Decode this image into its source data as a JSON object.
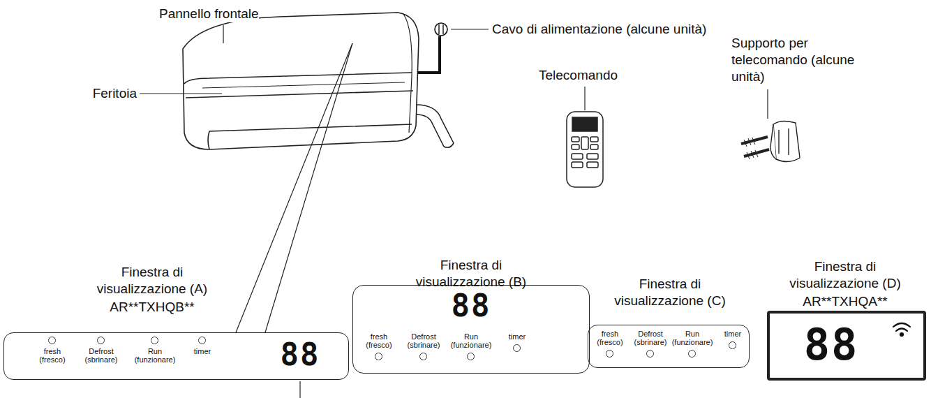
{
  "diagram": {
    "nodes": [
      {
        "text": [
          "Finestra di visualizzazione (A)",
          "AR**TXHQB**",
          "fresh (fresco)",
          "Defrost (sbrinare)",
          "Run (funzionare)",
          "timer",
          "88"
        ]
      },
      {
        "text": [
          "Finestra di visualizzazione (B)",
          "88",
          "fresh (fresco)",
          "Defrost (sbrinare)",
          "Run (funzionare)",
          "timer"
        ]
      },
      {
        "text": [
          "Finestra di visualizzazione (C)",
          "fresh (fresco)",
          "Defrost (sbrinare)",
          "Run (funzionare)",
          "timer"
        ]
      },
      {
        "text": [
          "Finestra di visualizzazione (D)",
          "AR**TXHQA**",
          "88"
        ]
      }
    ],
    "labels": [
      "Pannello frontale",
      "Cavo di alimentazione (alcune unità)",
      "Telecomando",
      "Supporto per telecomando (alcune unità)",
      "Feritoia"
    ]
  }
}
